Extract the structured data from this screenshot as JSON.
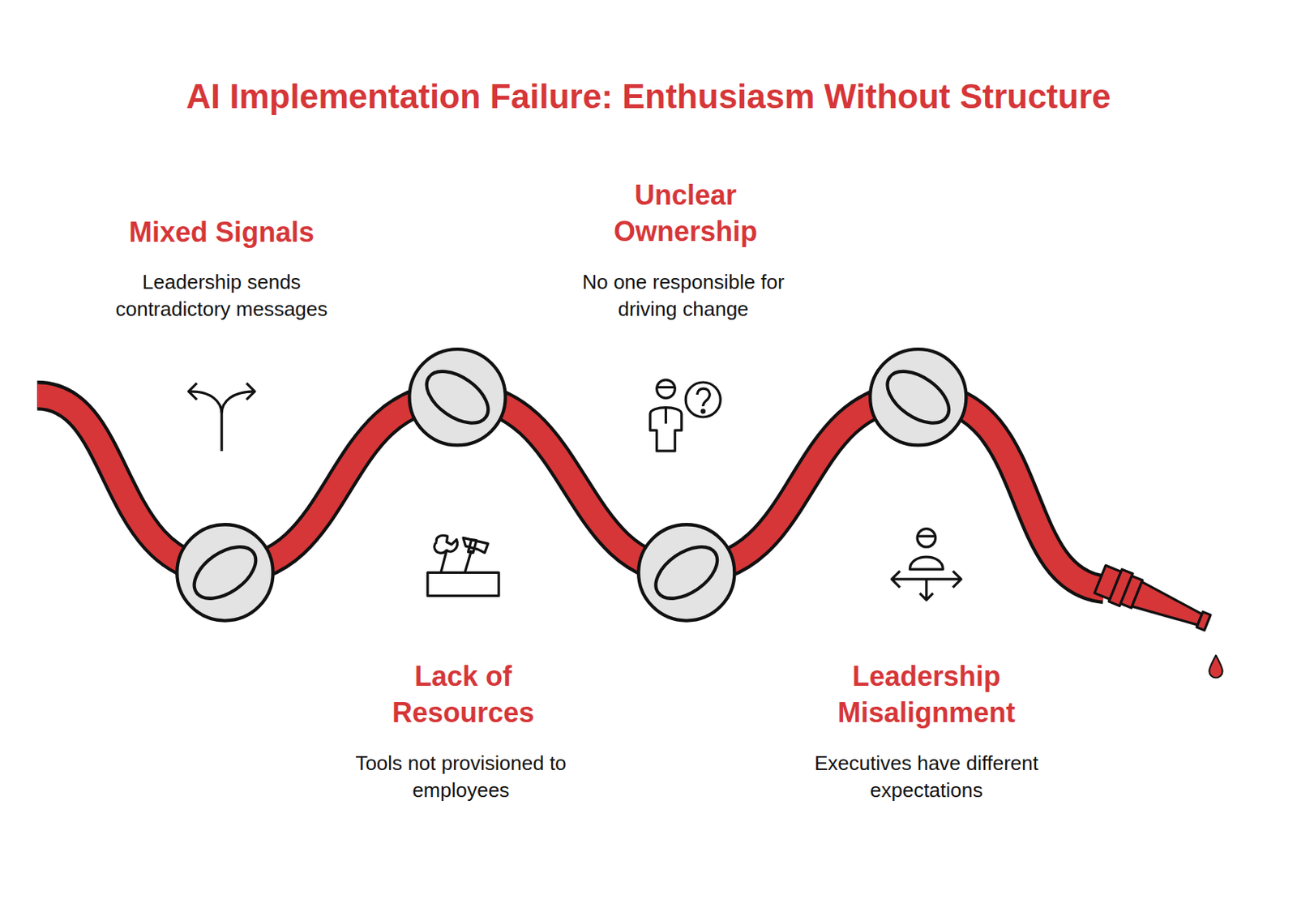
{
  "diagram": {
    "title": "AI Implementation Failure: Enthusiasm Without Structure",
    "labels": [
      "Mixed Signals",
      "Leadership sends contradictory messages",
      "Unclear Ownership",
      "No one responsible for driving change",
      "Lack of Resources",
      "Tools not provisioned to employees",
      "Leadership Misalignment",
      "Executives have different expectations"
    ]
  }
}
